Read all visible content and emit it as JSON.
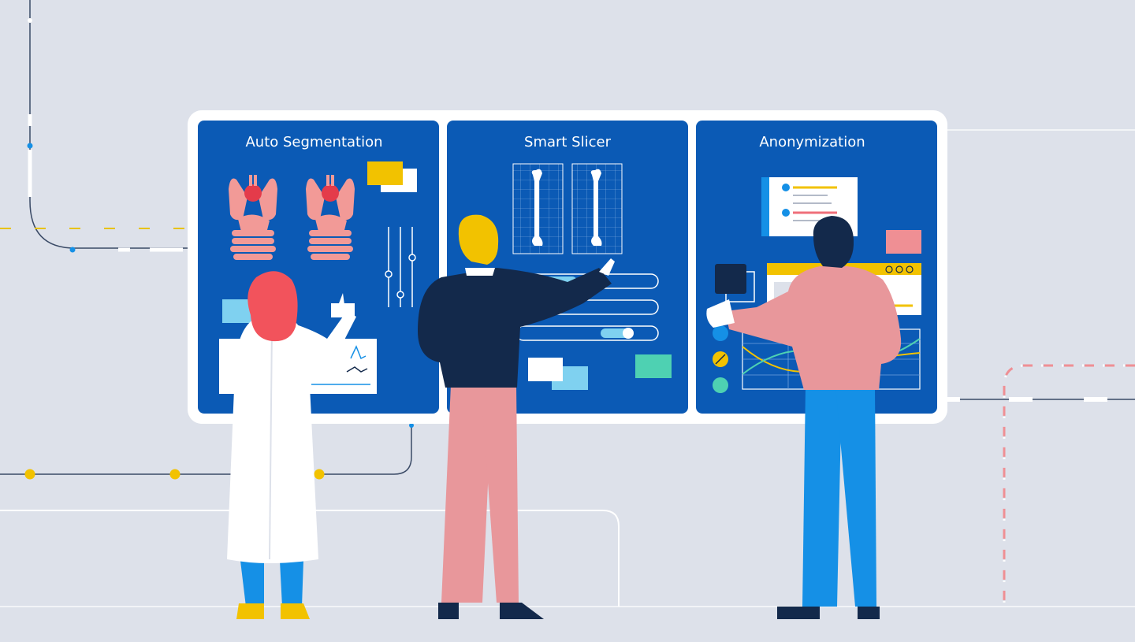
{
  "panels": [
    {
      "title": "Auto Segmentation"
    },
    {
      "title": "Smart Slicer"
    },
    {
      "title": "Anonymization"
    }
  ],
  "colors": {
    "background": "#dde1ea",
    "panel": "#0b5ab5",
    "frame": "#ffffff",
    "navy": "#13294b",
    "pink": "#e8979b",
    "organ": "#f29a97",
    "yellow": "#f2c200",
    "skyblue": "#7fd1f0",
    "mint": "#4ed1b2",
    "bright_blue": "#1590e6"
  },
  "icons": [
    "lungs-organ-icon",
    "bone-xray-icon",
    "checklist-card-icon",
    "slider-icon",
    "waveform-icon"
  ]
}
